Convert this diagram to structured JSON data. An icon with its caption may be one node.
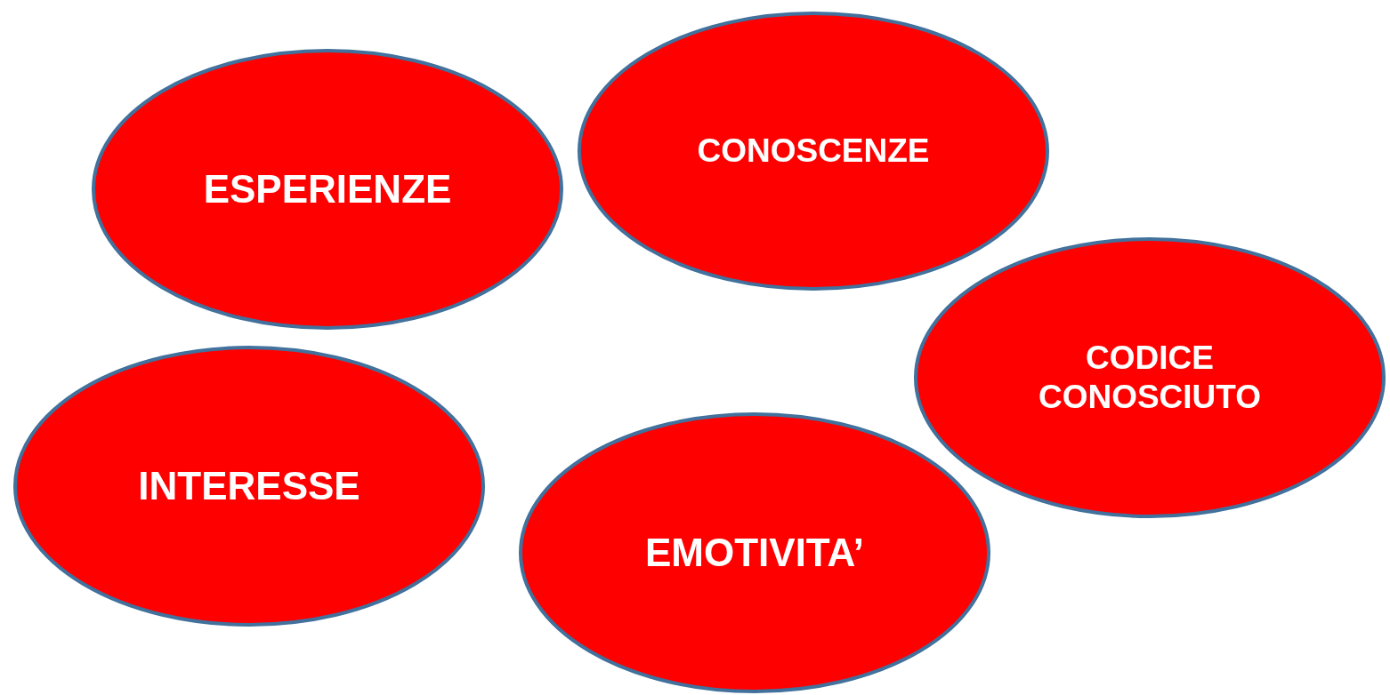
{
  "diagram": {
    "nodes": [
      {
        "text": [
          "ESPERIENZE"
        ]
      },
      {
        "text": [
          "CONOSCENZE"
        ]
      },
      {
        "text": [
          "CODICE CONOSCIUTO"
        ]
      },
      {
        "text": [
          "INTERESSE"
        ]
      },
      {
        "text": [
          "EMOTIVITA’"
        ]
      }
    ]
  }
}
